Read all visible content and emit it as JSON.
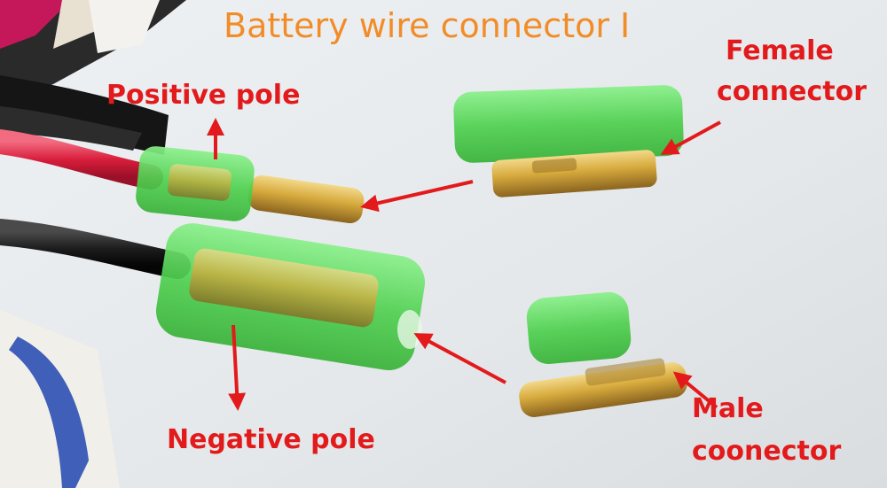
{
  "title": "Battery wire connector I",
  "labels": {
    "positive_pole": "Positive pole",
    "female_connector": [
      "Female",
      "connector"
    ],
    "negative_pole": "Negative pole",
    "male_connector": [
      "Male",
      "coonector"
    ]
  },
  "colors": {
    "title": "#f28c28",
    "label": "#e31a1c",
    "arrow": "#e31a1c",
    "sleeve": "#58d858",
    "brass": "#d6a93c",
    "red_wire": "#d81e3c",
    "black_wire": "#1c1c1c",
    "background": "#e8ecef"
  }
}
